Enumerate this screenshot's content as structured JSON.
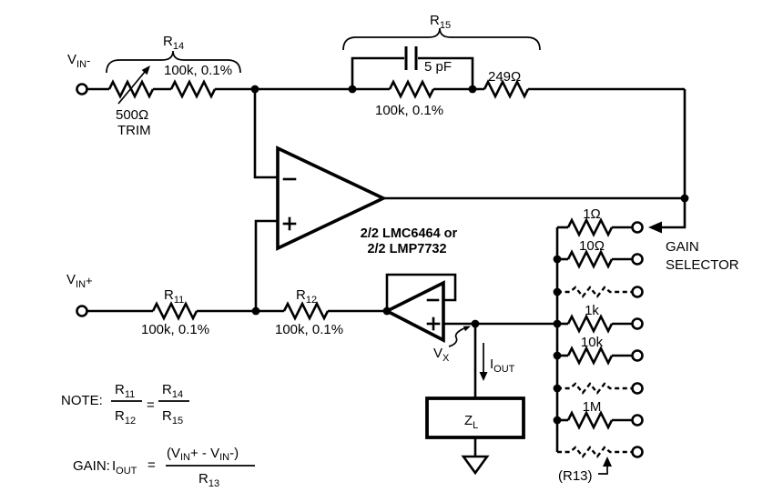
{
  "colors": {
    "ink": "#000000",
    "background": "#ffffff"
  },
  "schematic": {
    "vin_minus": {
      "base": "V",
      "sub": "IN",
      "sign": "-"
    },
    "vin_plus": {
      "base": "V",
      "sub": "IN",
      "sign": "+"
    },
    "trim_pot": {
      "value": "500Ω",
      "label": "TRIM"
    },
    "r14": {
      "base": "R",
      "sub": "14",
      "value": "100k, 0.1%"
    },
    "r15": {
      "base": "R",
      "sub": "15",
      "cap_value": "5 pF",
      "res_value": "100k, 0.1%",
      "series_value": "249Ω"
    },
    "opamp_main": {
      "line1": "2/2 LMC6464 or",
      "line2": "2/2 LMP7732"
    },
    "r11": {
      "base": "R",
      "sub": "11",
      "value": "100k, 0.1%"
    },
    "r12": {
      "base": "R",
      "sub": "12",
      "value": "100k, 0.1%"
    },
    "vx": {
      "base": "V",
      "sub": "X"
    },
    "iout": {
      "base": "I",
      "sub": "OUT"
    },
    "load": {
      "base": "Z",
      "sub": "L"
    },
    "gain_selector": {
      "line1": "GAIN",
      "line2": "SELECTOR"
    },
    "ladder_taps": [
      "1Ω",
      "10Ω",
      "",
      "1k",
      "10k",
      "",
      "1M",
      ""
    ],
    "r13_note": "(R13)",
    "note": {
      "prefix": "NOTE:",
      "n1_base": "R",
      "n1_sub": "11",
      "d1_base": "R",
      "d1_sub": "12",
      "equals": "=",
      "n2_base": "R",
      "n2_sub": "14",
      "d2_base": "R",
      "d2_sub": "15"
    },
    "gain": {
      "prefix": "GAIN:",
      "lhs_base": "I",
      "lhs_sub": "OUT",
      "equals": "=",
      "num_p1": "(V",
      "num_s1": "IN",
      "num_p2": "+ - V",
      "num_s2": "IN",
      "num_p3": "-)",
      "den_base": "R",
      "den_sub": "13"
    }
  }
}
